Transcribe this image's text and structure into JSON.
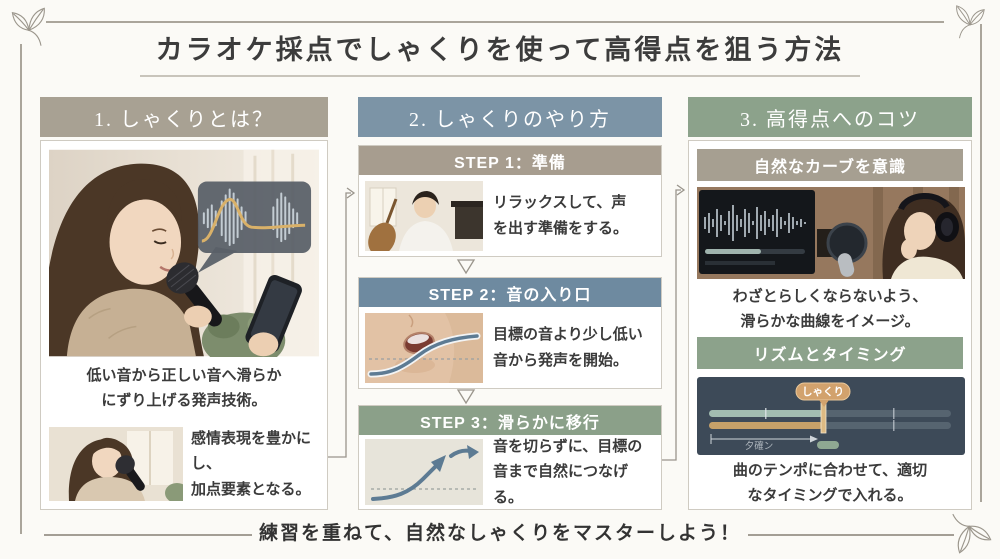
{
  "page": {
    "title": "カラオケ採点でしゃくりを使って高得点を狙う方法",
    "footer": "練習を重ねて、自然なしゃくりをマスターしよう！"
  },
  "col1": {
    "header": "1. しゃくりとは？",
    "main_caption": "低い音から正しい音へ滑らか\nにずり上げる発声技術。",
    "sub_caption": "感情表現を豊かにし、\n加点要素となる。"
  },
  "col2": {
    "header": "2. しゃくりのやり方",
    "steps": [
      {
        "title": "STEP 1：準備",
        "text": "リラックスして、声\nを出す準備をする。"
      },
      {
        "title": "STEP 2：音の入り口",
        "text": "目標の音より少し低い\n音から発声を開始。"
      },
      {
        "title": "STEP 3：滑らかに移行",
        "text": "音を切らずに、目標の\n音まで自然につなげる。"
      }
    ]
  },
  "col3": {
    "header": "3. 高得点へのコツ",
    "tip1": {
      "title": "自然なカーブを意識",
      "text": "わざとらしくならないよう、\n滑らかな曲線をイメージ。"
    },
    "tip2": {
      "title": "リズムとタイミング",
      "text": "曲のテンポに合わせて、適切\nなタイミングで入れる。"
    },
    "timeline": {
      "bubble_label": "しゃくり",
      "axis_label": "夕確ン"
    }
  },
  "colors": {
    "background": "#fbfaf6",
    "col1_header_bg": "#a8a193",
    "col2_header_bg": "#7c94a6",
    "col3_header_bg": "#8ca28b",
    "step1_header_bg": "#a79d8f",
    "step2_header_bg": "#6e8aa0",
    "step3_header_bg": "#8ba089",
    "tip1_header_bg": "#a69f91",
    "tip2_header_bg": "#8ca28b",
    "timeline_bg": "#3d4a58",
    "timeline_teal_bar": "#a2bdb1",
    "timeline_gold_bar": "#c6a169",
    "bubble_bg": "#d2a26d",
    "accent_curve_gold": "#d9b169",
    "curve_blue": "#5d7b93"
  }
}
